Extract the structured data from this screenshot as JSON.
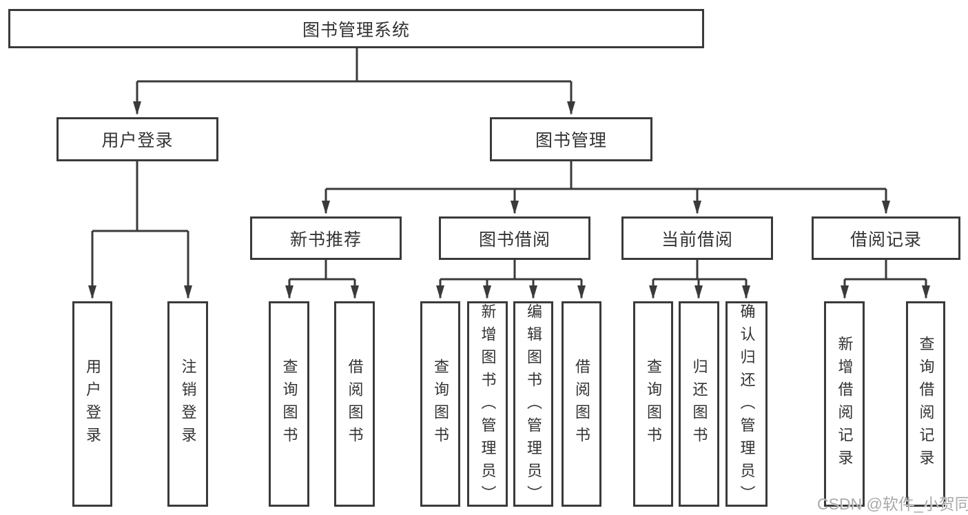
{
  "diagram": {
    "title": "图书管理系统",
    "root": {
      "label": "图书管理系统"
    },
    "level2": [
      {
        "id": "user-login",
        "label": "用户登录"
      },
      {
        "id": "book-management",
        "label": "图书管理"
      }
    ],
    "level3": [
      {
        "id": "new-book-recommendation",
        "label": "新书推荐",
        "parent": "图书管理"
      },
      {
        "id": "book-borrowing",
        "label": "图书借阅",
        "parent": "图书管理"
      },
      {
        "id": "current-borrowing",
        "label": "当前借阅",
        "parent": "图书管理"
      },
      {
        "id": "borrowing-records",
        "label": "借阅记录",
        "parent": "图书管理"
      }
    ],
    "leaves": [
      {
        "id": "user-login",
        "label": "用户登录",
        "parent": "用户登录"
      },
      {
        "id": "logout",
        "label": "注销登录",
        "parent": "用户登录"
      },
      {
        "id": "query-books-nb",
        "label": "查询图书",
        "parent": "新书推荐"
      },
      {
        "id": "borrow-books-nb",
        "label": "借阅图书",
        "parent": "新书推荐"
      },
      {
        "id": "query-books-bb",
        "label": "查询图书",
        "parent": "图书借阅"
      },
      {
        "id": "add-book-admin",
        "label": "新增图书（管理员）",
        "parent": "图书借阅"
      },
      {
        "id": "edit-book-admin",
        "label": "编辑图书（管理员）",
        "parent": "图书借阅"
      },
      {
        "id": "borrow-books-bb",
        "label": "借阅图书",
        "parent": "图书借阅"
      },
      {
        "id": "query-books-cb",
        "label": "查询图书",
        "parent": "当前借阅"
      },
      {
        "id": "return-books",
        "label": "归还图书",
        "parent": "当前借阅"
      },
      {
        "id": "confirm-return-admin",
        "label": "确认归还（管理员）",
        "parent": "当前借阅"
      },
      {
        "id": "add-borrow-record",
        "label": "新增借阅记录",
        "parent": "借阅记录"
      },
      {
        "id": "query-borrow-record",
        "label": "查询借阅记录",
        "parent": "借阅记录"
      }
    ]
  },
  "watermark": "CSDN @软件_小贺同学",
  "colors": {
    "line": "#3a3a3a",
    "text": "#333333",
    "watermark": "#a9a9a9",
    "background": "#ffffff"
  }
}
